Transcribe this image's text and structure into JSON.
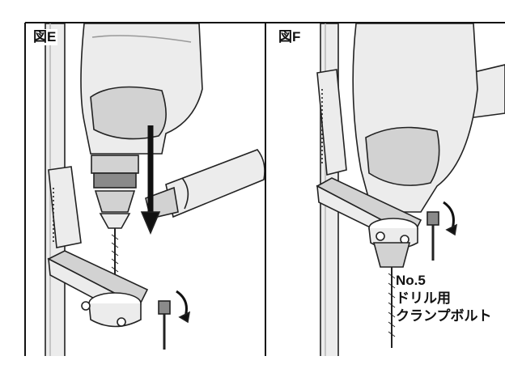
{
  "panels": {
    "e": {
      "label": "図E"
    },
    "f": {
      "label": "図F"
    }
  },
  "callout": {
    "number": "No.5",
    "line1": "ドリル用",
    "line2": "クランプボルト"
  },
  "colors": {
    "line": "#111111",
    "light_gray": "#ececec",
    "mid_gray": "#d2d2d2",
    "dark_gray": "#8a8a8a"
  }
}
